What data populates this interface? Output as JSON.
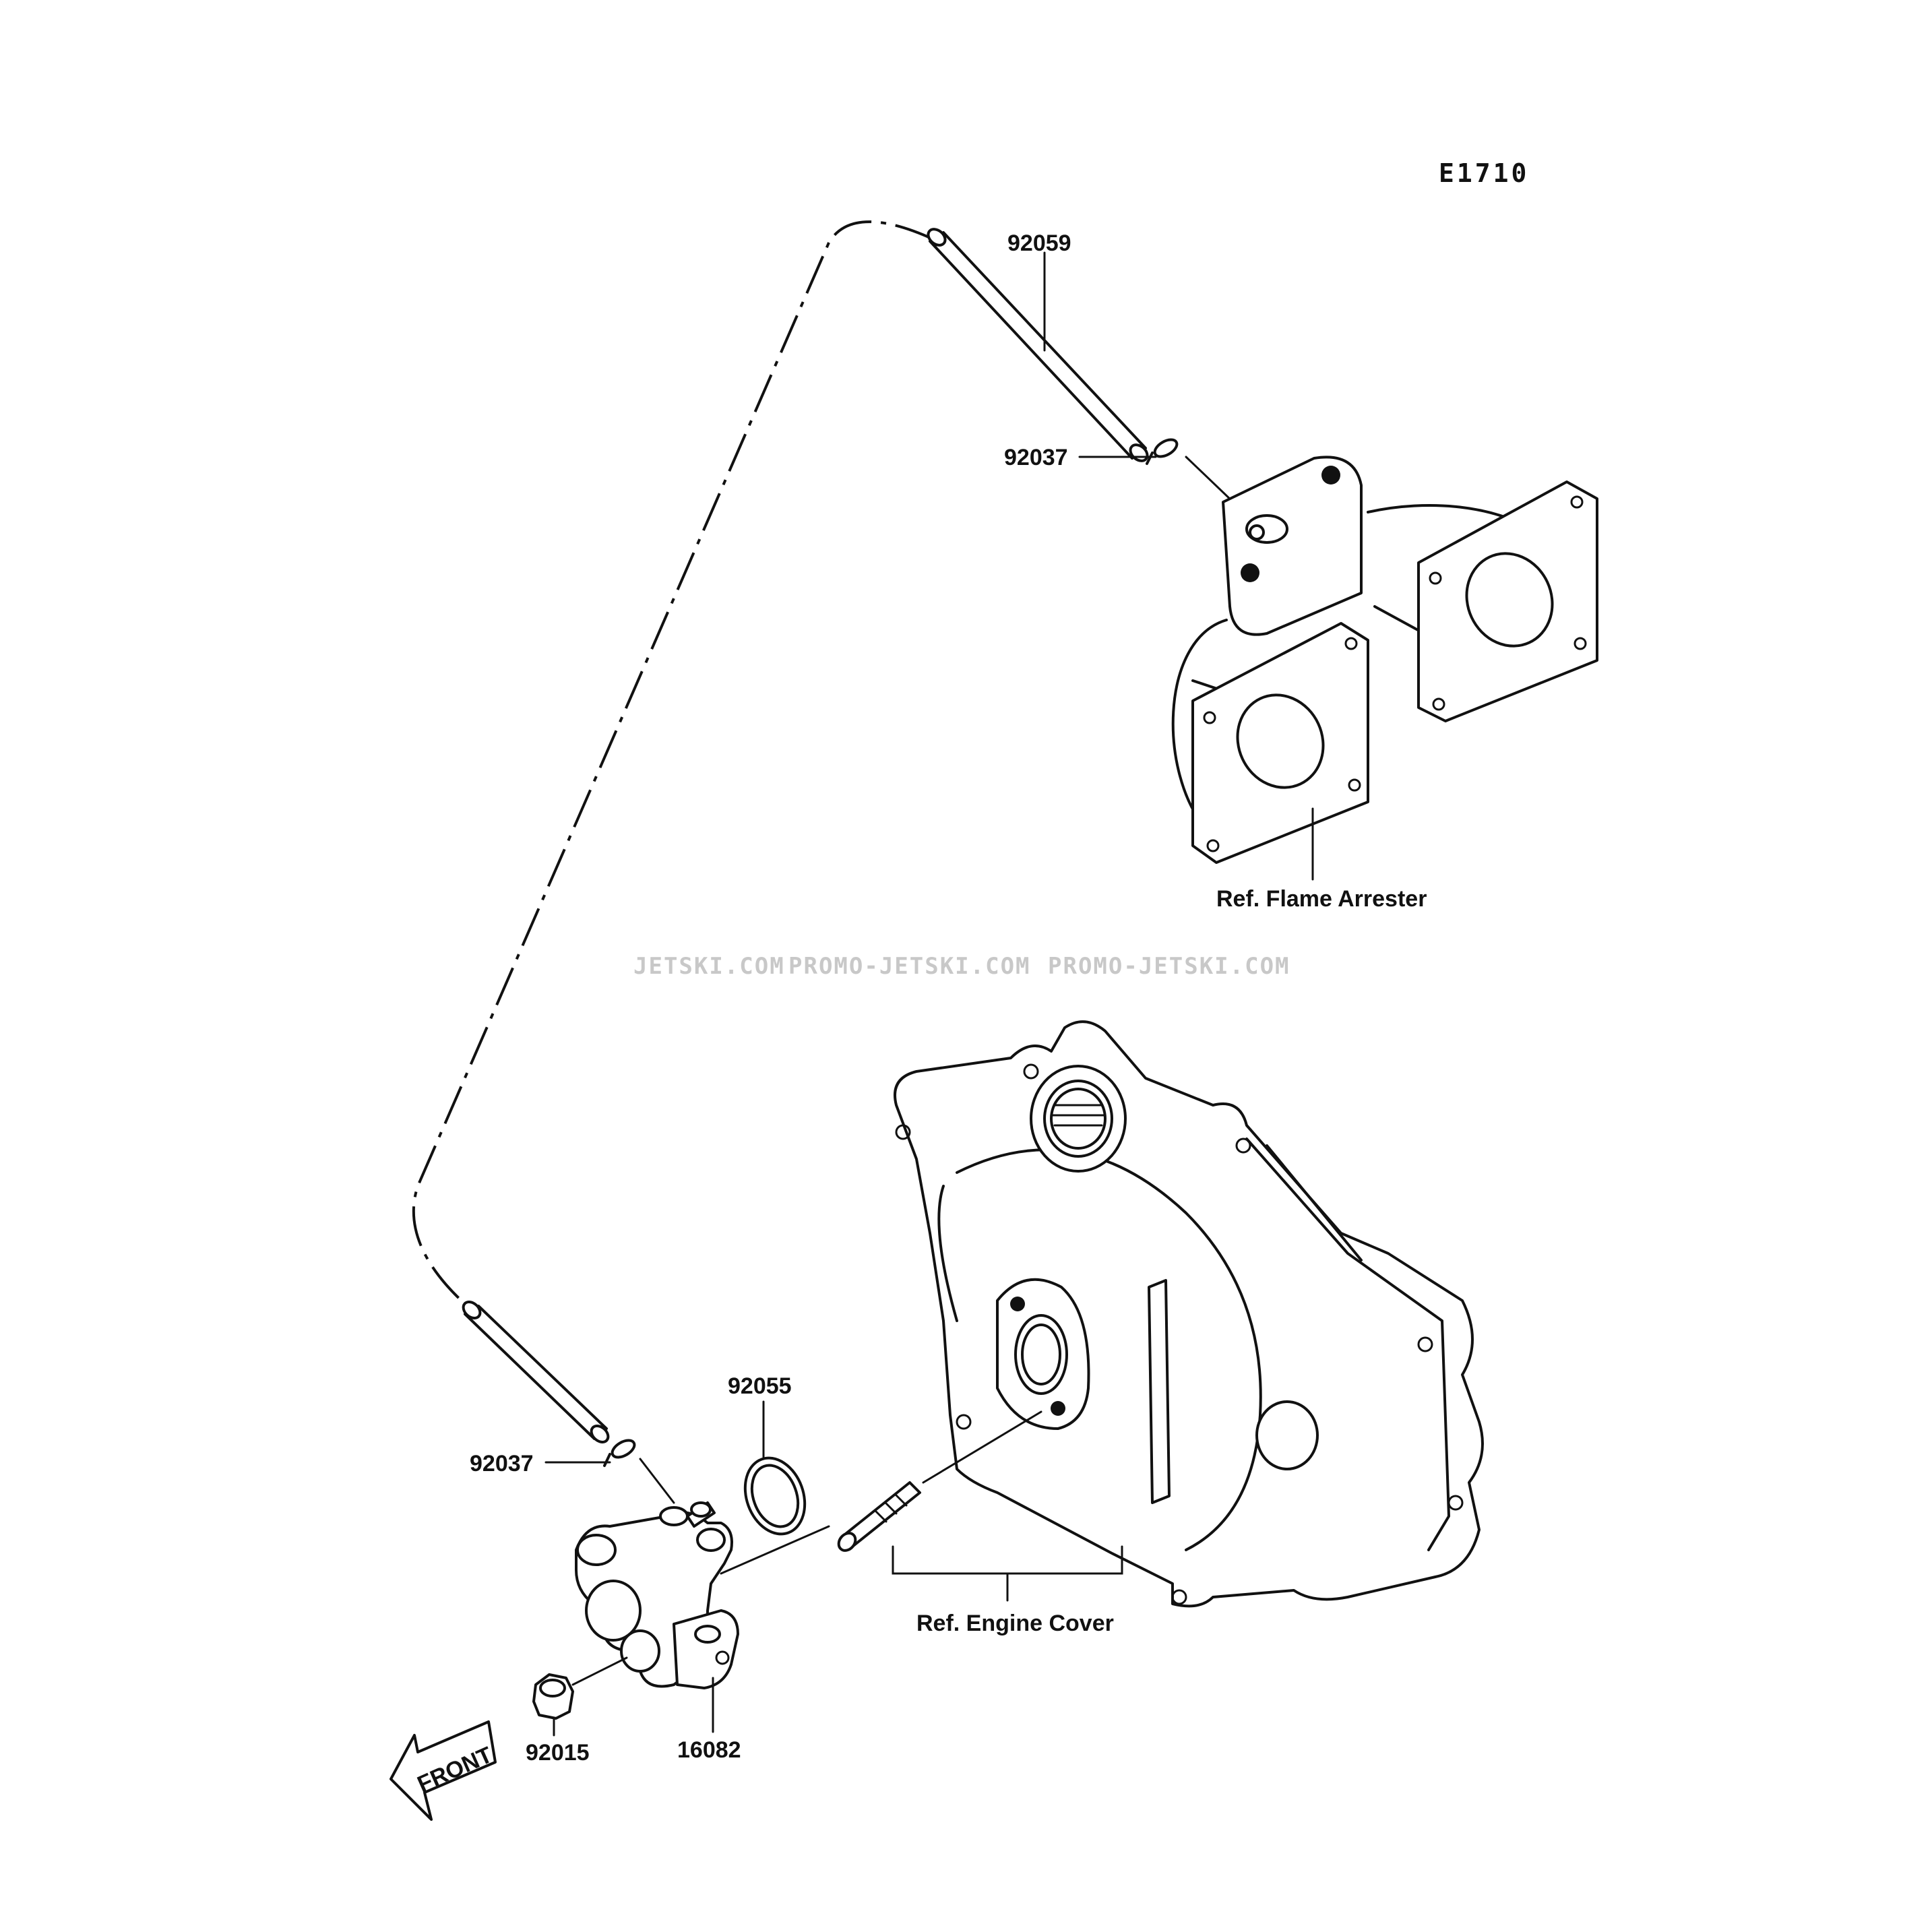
{
  "diagram": {
    "code": "E1710",
    "watermark": [
      "JETSKI.COM",
      "PROMO-JETSKI.COM",
      "PROMO-JETSKI.COM"
    ],
    "parts": {
      "hose_top": "92059",
      "clamp_top": "92037",
      "clamp_bottom": "92037",
      "oring": "92055",
      "pump": "16082",
      "nut": "92015"
    },
    "refs": {
      "flame_arrester": "Ref. Flame Arrester",
      "engine_cover": "Ref. Engine Cover"
    },
    "front": "FRONT"
  }
}
